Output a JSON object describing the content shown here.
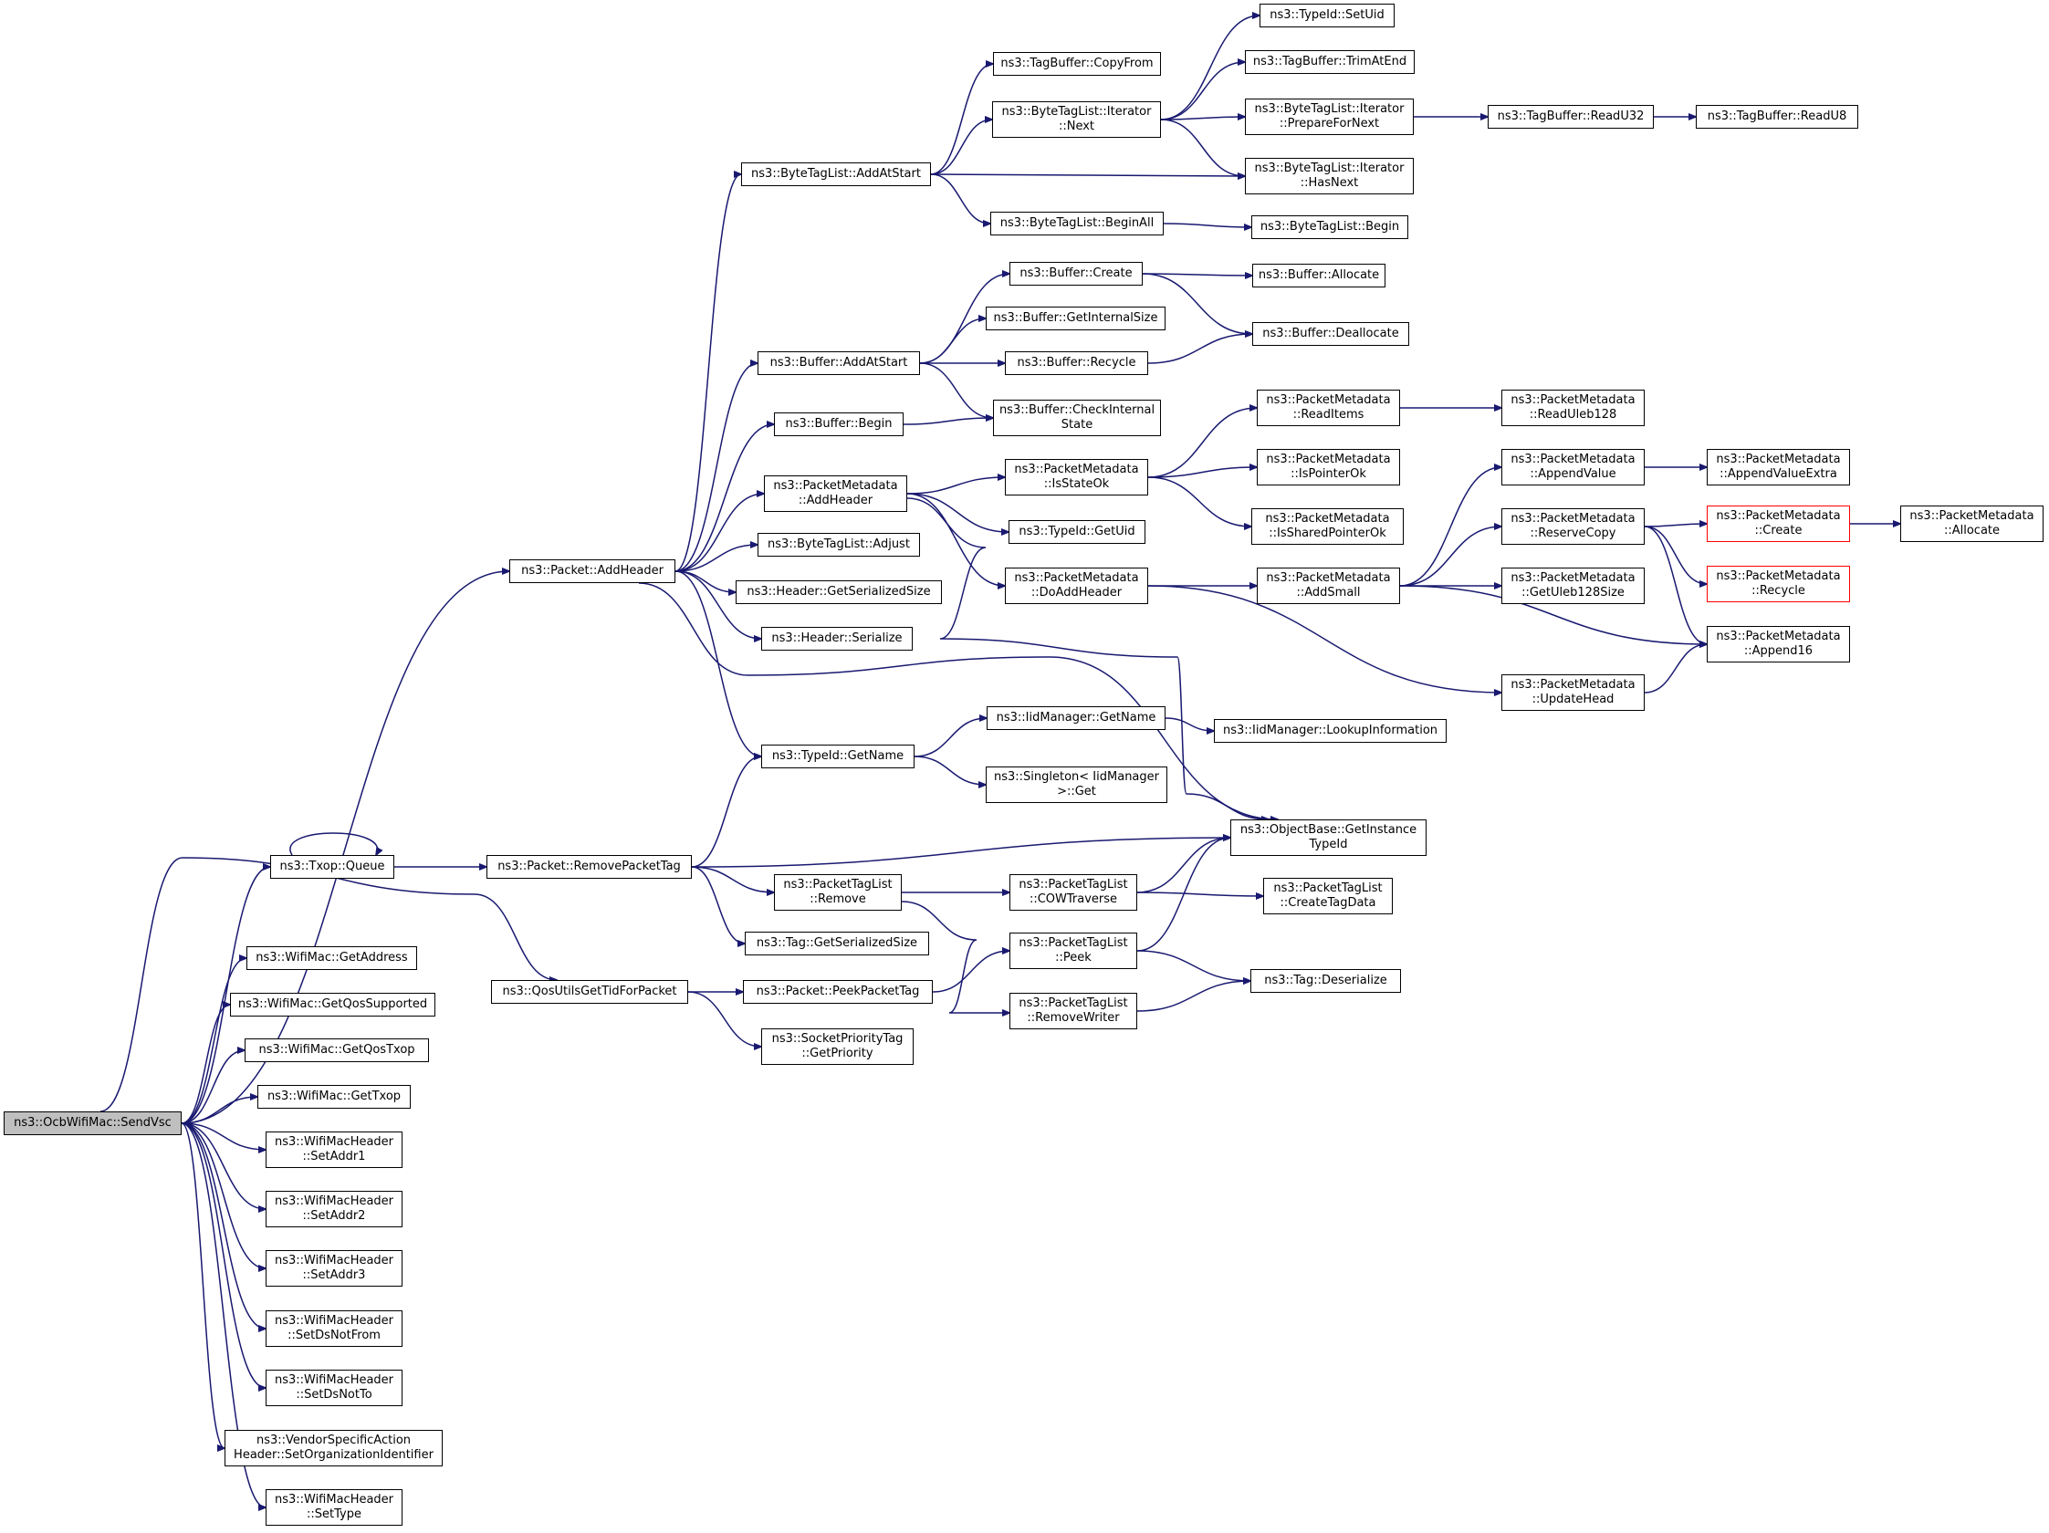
{
  "nodes": [
    {
      "id": "root",
      "lines": [
        "ns3::OcbWifiMac::SendVsc"
      ],
      "variant": "root"
    },
    {
      "id": "packetAddHeader",
      "lines": [
        "ns3::Packet::AddHeader"
      ]
    },
    {
      "id": "txopQueue",
      "lines": [
        "ns3::Txop::Queue"
      ]
    },
    {
      "id": "qosUtils",
      "lines": [
        "ns3::QosUtilsGetTidForPacket"
      ]
    },
    {
      "id": "getAddress",
      "lines": [
        "ns3::WifiMac::GetAddress"
      ]
    },
    {
      "id": "getQosSupported",
      "lines": [
        "ns3::WifiMac::GetQosSupported"
      ]
    },
    {
      "id": "getQosTxop",
      "lines": [
        "ns3::WifiMac::GetQosTxop"
      ]
    },
    {
      "id": "getTxop",
      "lines": [
        "ns3::WifiMac::GetTxop"
      ]
    },
    {
      "id": "setAddr1",
      "lines": [
        "ns3::WifiMacHeader",
        "::SetAddr1"
      ]
    },
    {
      "id": "setAddr2",
      "lines": [
        "ns3::WifiMacHeader",
        "::SetAddr2"
      ]
    },
    {
      "id": "setAddr3",
      "lines": [
        "ns3::WifiMacHeader",
        "::SetAddr3"
      ]
    },
    {
      "id": "setDsNotFrom",
      "lines": [
        "ns3::WifiMacHeader",
        "::SetDsNotFrom"
      ]
    },
    {
      "id": "setDsNotTo",
      "lines": [
        "ns3::WifiMacHeader",
        "::SetDsNotTo"
      ]
    },
    {
      "id": "vendorSpecific",
      "lines": [
        "ns3::VendorSpecificAction",
        "Header::SetOrganizationIdentifier"
      ]
    },
    {
      "id": "setType",
      "lines": [
        "ns3::WifiMacHeader",
        "::SetType"
      ]
    },
    {
      "id": "byteTagListAddAtStart",
      "lines": [
        "ns3::ByteTagList::AddAtStart"
      ]
    },
    {
      "id": "bufferAddAtStart",
      "lines": [
        "ns3::Buffer::AddAtStart"
      ]
    },
    {
      "id": "bufferBegin",
      "lines": [
        "ns3::Buffer::Begin"
      ]
    },
    {
      "id": "pmAddHeader",
      "lines": [
        "ns3::PacketMetadata",
        "::AddHeader"
      ]
    },
    {
      "id": "byteTagListAdjust",
      "lines": [
        "ns3::ByteTagList::Adjust"
      ]
    },
    {
      "id": "headerGetSerializedSize",
      "lines": [
        "ns3::Header::GetSerializedSize"
      ]
    },
    {
      "id": "headerSerialize",
      "lines": [
        "ns3::Header::Serialize"
      ]
    },
    {
      "id": "typeIdGetName",
      "lines": [
        "ns3::TypeId::GetName"
      ]
    },
    {
      "id": "removePacketTag",
      "lines": [
        "ns3::Packet::RemovePacketTag"
      ]
    },
    {
      "id": "peekPacketTag",
      "lines": [
        "ns3::Packet::PeekPacketTag"
      ]
    },
    {
      "id": "socketPriorityTag",
      "lines": [
        "ns3::SocketPriorityTag",
        "::GetPriority"
      ]
    },
    {
      "id": "ptlRemove",
      "lines": [
        "ns3::PacketTagList",
        "::Remove"
      ]
    },
    {
      "id": "tagGetSerializedSize",
      "lines": [
        "ns3::Tag::GetSerializedSize"
      ]
    },
    {
      "id": "tagBufferCopyFrom",
      "lines": [
        "ns3::TagBuffer::CopyFrom"
      ]
    },
    {
      "id": "btlIterNext",
      "lines": [
        "ns3::ByteTagList::Iterator",
        "::Next"
      ]
    },
    {
      "id": "btlBeginAll",
      "lines": [
        "ns3::ByteTagList::BeginAll"
      ]
    },
    {
      "id": "bufferCreate",
      "lines": [
        "ns3::Buffer::Create"
      ]
    },
    {
      "id": "bufferGetInternalSize",
      "lines": [
        "ns3::Buffer::GetInternalSize"
      ]
    },
    {
      "id": "bufferRecycle",
      "lines": [
        "ns3::Buffer::Recycle"
      ]
    },
    {
      "id": "bufferCheckInternal",
      "lines": [
        "ns3::Buffer::CheckInternal",
        "State"
      ]
    },
    {
      "id": "pmIsStateOk",
      "lines": [
        "ns3::PacketMetadata",
        "::IsStateOk"
      ]
    },
    {
      "id": "typeIdGetUid",
      "lines": [
        "ns3::TypeId::GetUid"
      ]
    },
    {
      "id": "pmDoAddHeader",
      "lines": [
        "ns3::PacketMetadata",
        "::DoAddHeader"
      ]
    },
    {
      "id": "iidGetName",
      "lines": [
        "ns3::IidManager::GetName"
      ]
    },
    {
      "id": "singletonGet",
      "lines": [
        "ns3::Singleton< IidManager",
        ">::Get"
      ]
    },
    {
      "id": "ptlCowTraverse",
      "lines": [
        "ns3::PacketTagList",
        "::COWTraverse"
      ]
    },
    {
      "id": "ptlPeek",
      "lines": [
        "ns3::PacketTagList",
        "::Peek"
      ]
    },
    {
      "id": "ptlRemoveWriter",
      "lines": [
        "ns3::PacketTagList",
        "::RemoveWriter"
      ]
    },
    {
      "id": "typeIdSetUid",
      "lines": [
        "ns3::TypeId::SetUid"
      ]
    },
    {
      "id": "tagBufferTrimAtEnd",
      "lines": [
        "ns3::TagBuffer::TrimAtEnd"
      ]
    },
    {
      "id": "btlIterPrepareForNext",
      "lines": [
        "ns3::ByteTagList::Iterator",
        "::PrepareForNext"
      ]
    },
    {
      "id": "btlIterHasNext",
      "lines": [
        "ns3::ByteTagList::Iterator",
        "::HasNext"
      ]
    },
    {
      "id": "btlBegin",
      "lines": [
        "ns3::ByteTagList::Begin"
      ]
    },
    {
      "id": "bufferAllocate",
      "lines": [
        "ns3::Buffer::Allocate"
      ]
    },
    {
      "id": "bufferDeallocate",
      "lines": [
        "ns3::Buffer::Deallocate"
      ]
    },
    {
      "id": "pmReadItems",
      "lines": [
        "ns3::PacketMetadata",
        "::ReadItems"
      ]
    },
    {
      "id": "pmIsPointerOk",
      "lines": [
        "ns3::PacketMetadata",
        "::IsPointerOk"
      ]
    },
    {
      "id": "pmIsSharedPointerOk",
      "lines": [
        "ns3::PacketMetadata",
        "::IsSharedPointerOk"
      ]
    },
    {
      "id": "pmAddSmall",
      "lines": [
        "ns3::PacketMetadata",
        "::AddSmall"
      ]
    },
    {
      "id": "iidLookupInformation",
      "lines": [
        "ns3::IidManager::LookupInformation"
      ]
    },
    {
      "id": "objectBaseGetInstanceTypeId",
      "lines": [
        "ns3::ObjectBase::GetInstance",
        "TypeId"
      ]
    },
    {
      "id": "ptlCreateTagData",
      "lines": [
        "ns3::PacketTagList",
        "::CreateTagData"
      ]
    },
    {
      "id": "tagDeserialize",
      "lines": [
        "ns3::Tag::Deserialize"
      ]
    },
    {
      "id": "tagBufferReadU32",
      "lines": [
        "ns3::TagBuffer::ReadU32"
      ]
    },
    {
      "id": "tagBufferReadU8",
      "lines": [
        "ns3::TagBuffer::ReadU8"
      ]
    },
    {
      "id": "pmReadUleb128",
      "lines": [
        "ns3::PacketMetadata",
        "::ReadUleb128"
      ]
    },
    {
      "id": "pmAppendValue",
      "lines": [
        "ns3::PacketMetadata",
        "::AppendValue"
      ]
    },
    {
      "id": "pmReserveCopy",
      "lines": [
        "ns3::PacketMetadata",
        "::ReserveCopy"
      ]
    },
    {
      "id": "pmGetUleb128Size",
      "lines": [
        "ns3::PacketMetadata",
        "::GetUleb128Size"
      ]
    },
    {
      "id": "pmUpdateHead",
      "lines": [
        "ns3::PacketMetadata",
        "::UpdateHead"
      ]
    },
    {
      "id": "pmAppendValueExtra",
      "lines": [
        "ns3::PacketMetadata",
        "::AppendValueExtra"
      ]
    },
    {
      "id": "pmCreate",
      "lines": [
        "ns3::PacketMetadata",
        "::Create"
      ],
      "variant": "red"
    },
    {
      "id": "pmRecycle",
      "lines": [
        "ns3::PacketMetadata",
        "::Recycle"
      ],
      "variant": "red"
    },
    {
      "id": "pmAppend16",
      "lines": [
        "ns3::PacketMetadata",
        "::Append16"
      ]
    },
    {
      "id": "pmAllocate",
      "lines": [
        "ns3::PacketMetadata",
        "::Allocate"
      ]
    }
  ],
  "edges": [
    [
      "root",
      "packetAddHeader"
    ],
    [
      "root",
      "txopQueue"
    ],
    [
      "root",
      "qosUtils"
    ],
    [
      "root",
      "getAddress"
    ],
    [
      "root",
      "getQosSupported"
    ],
    [
      "root",
      "getQosTxop"
    ],
    [
      "root",
      "getTxop"
    ],
    [
      "root",
      "setAddr1"
    ],
    [
      "root",
      "setAddr2"
    ],
    [
      "root",
      "setAddr3"
    ],
    [
      "root",
      "setDsNotFrom"
    ],
    [
      "root",
      "setDsNotTo"
    ],
    [
      "root",
      "vendorSpecific"
    ],
    [
      "root",
      "setType"
    ],
    [
      "packetAddHeader",
      "byteTagListAddAtStart"
    ],
    [
      "packetAddHeader",
      "bufferAddAtStart"
    ],
    [
      "packetAddHeader",
      "bufferBegin"
    ],
    [
      "packetAddHeader",
      "pmAddHeader"
    ],
    [
      "packetAddHeader",
      "byteTagListAdjust"
    ],
    [
      "packetAddHeader",
      "headerGetSerializedSize"
    ],
    [
      "packetAddHeader",
      "headerSerialize"
    ],
    [
      "packetAddHeader",
      "typeIdGetName"
    ],
    [
      "packetAddHeader",
      "objectBaseGetInstanceTypeId"
    ],
    [
      "txopQueue",
      "txopQueue"
    ],
    [
      "txopQueue",
      "removePacketTag"
    ],
    [
      "qosUtils",
      "peekPacketTag"
    ],
    [
      "qosUtils",
      "socketPriorityTag"
    ],
    [
      "byteTagListAddAtStart",
      "tagBufferCopyFrom"
    ],
    [
      "byteTagListAddAtStart",
      "btlIterNext"
    ],
    [
      "byteTagListAddAtStart",
      "btlIterHasNext"
    ],
    [
      "byteTagListAddAtStart",
      "btlBeginAll"
    ],
    [
      "btlIterNext",
      "typeIdSetUid"
    ],
    [
      "btlIterNext",
      "tagBufferTrimAtEnd"
    ],
    [
      "btlIterNext",
      "btlIterPrepareForNext"
    ],
    [
      "btlIterNext",
      "btlIterHasNext"
    ],
    [
      "btlIterPrepareForNext",
      "tagBufferReadU32"
    ],
    [
      "tagBufferReadU32",
      "tagBufferReadU8"
    ],
    [
      "btlBeginAll",
      "btlBegin"
    ],
    [
      "bufferAddAtStart",
      "bufferCreate"
    ],
    [
      "bufferAddAtStart",
      "bufferGetInternalSize"
    ],
    [
      "bufferAddAtStart",
      "bufferRecycle"
    ],
    [
      "bufferAddAtStart",
      "bufferCheckInternal"
    ],
    [
      "bufferCreate",
      "bufferAllocate"
    ],
    [
      "bufferCreate",
      "bufferDeallocate"
    ],
    [
      "bufferRecycle",
      "bufferDeallocate"
    ],
    [
      "bufferBegin",
      "bufferCheckInternal"
    ],
    [
      "pmAddHeader",
      "pmIsStateOk"
    ],
    [
      "pmAddHeader",
      "typeIdGetUid"
    ],
    [
      "pmAddHeader",
      "pmDoAddHeader"
    ],
    [
      "pmAddHeader",
      "objectBaseGetInstanceTypeId"
    ],
    [
      "pmIsStateOk",
      "pmReadItems"
    ],
    [
      "pmIsStateOk",
      "pmIsPointerOk"
    ],
    [
      "pmIsStateOk",
      "pmIsSharedPointerOk"
    ],
    [
      "pmReadItems",
      "pmReadUleb128"
    ],
    [
      "pmDoAddHeader",
      "pmAddSmall"
    ],
    [
      "pmDoAddHeader",
      "pmUpdateHead"
    ],
    [
      "pmAddSmall",
      "pmAppendValue"
    ],
    [
      "pmAddSmall",
      "pmReserveCopy"
    ],
    [
      "pmAddSmall",
      "pmGetUleb128Size"
    ],
    [
      "pmAddSmall",
      "pmAppend16"
    ],
    [
      "pmAppendValue",
      "pmAppendValueExtra"
    ],
    [
      "pmReserveCopy",
      "pmCreate"
    ],
    [
      "pmReserveCopy",
      "pmRecycle"
    ],
    [
      "pmReserveCopy",
      "pmAppend16"
    ],
    [
      "pmCreate",
      "pmAllocate"
    ],
    [
      "pmUpdateHead",
      "pmAppend16"
    ],
    [
      "typeIdGetName",
      "iidGetName"
    ],
    [
      "typeIdGetName",
      "singletonGet"
    ],
    [
      "iidGetName",
      "iidLookupInformation"
    ],
    [
      "removePacketTag",
      "typeIdGetName"
    ],
    [
      "removePacketTag",
      "objectBaseGetInstanceTypeId"
    ],
    [
      "removePacketTag",
      "ptlRemove"
    ],
    [
      "removePacketTag",
      "tagGetSerializedSize"
    ],
    [
      "ptlRemove",
      "ptlCowTraverse"
    ],
    [
      "ptlRemove",
      "ptlRemoveWriter"
    ],
    [
      "ptlCowTraverse",
      "objectBaseGetInstanceTypeId"
    ],
    [
      "ptlCowTraverse",
      "ptlCreateTagData"
    ],
    [
      "peekPacketTag",
      "ptlPeek"
    ],
    [
      "ptlPeek",
      "objectBaseGetInstanceTypeId"
    ],
    [
      "ptlPeek",
      "tagDeserialize"
    ],
    [
      "ptlRemoveWriter",
      "tagDeserialize"
    ]
  ]
}
